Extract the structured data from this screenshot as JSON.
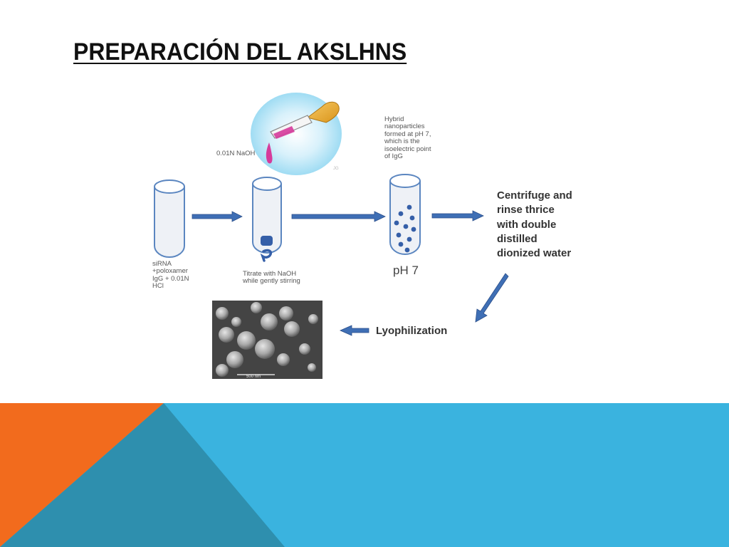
{
  "slide": {
    "title": "PREPARACIÓN DEL AKSLHNS",
    "colors": {
      "orange": "#f26b1d",
      "blue": "#3ab3df",
      "dark_teal": "#2e8fae",
      "arrow": "#3f6fb5",
      "tube_fill": "#eef1f6",
      "tube_stroke": "#5b86c0",
      "dot": "#355fa8",
      "droplet": "#d63b9b"
    }
  },
  "diagram": {
    "naoh_label": "0.01N NaOH",
    "tube1_label": [
      "siRNA",
      "+poloxamer",
      "IgG + 0.01N",
      "HCl"
    ],
    "tube2_label": [
      "Titrate with NaOH",
      "while gently stirring"
    ],
    "hybrid_label": [
      "Hybrid",
      "nanoparticles",
      "formed at pH 7,",
      "which is the",
      "isoelectric point",
      "of IgG"
    ],
    "ph_label": "pH 7",
    "centrifuge_label": [
      "Centrifuge and",
      "rinse thrice",
      "with double",
      "distilled",
      "dionized water"
    ],
    "lyophilization_label": "Lyophilization",
    "scale_bar_label": "500 nm"
  }
}
